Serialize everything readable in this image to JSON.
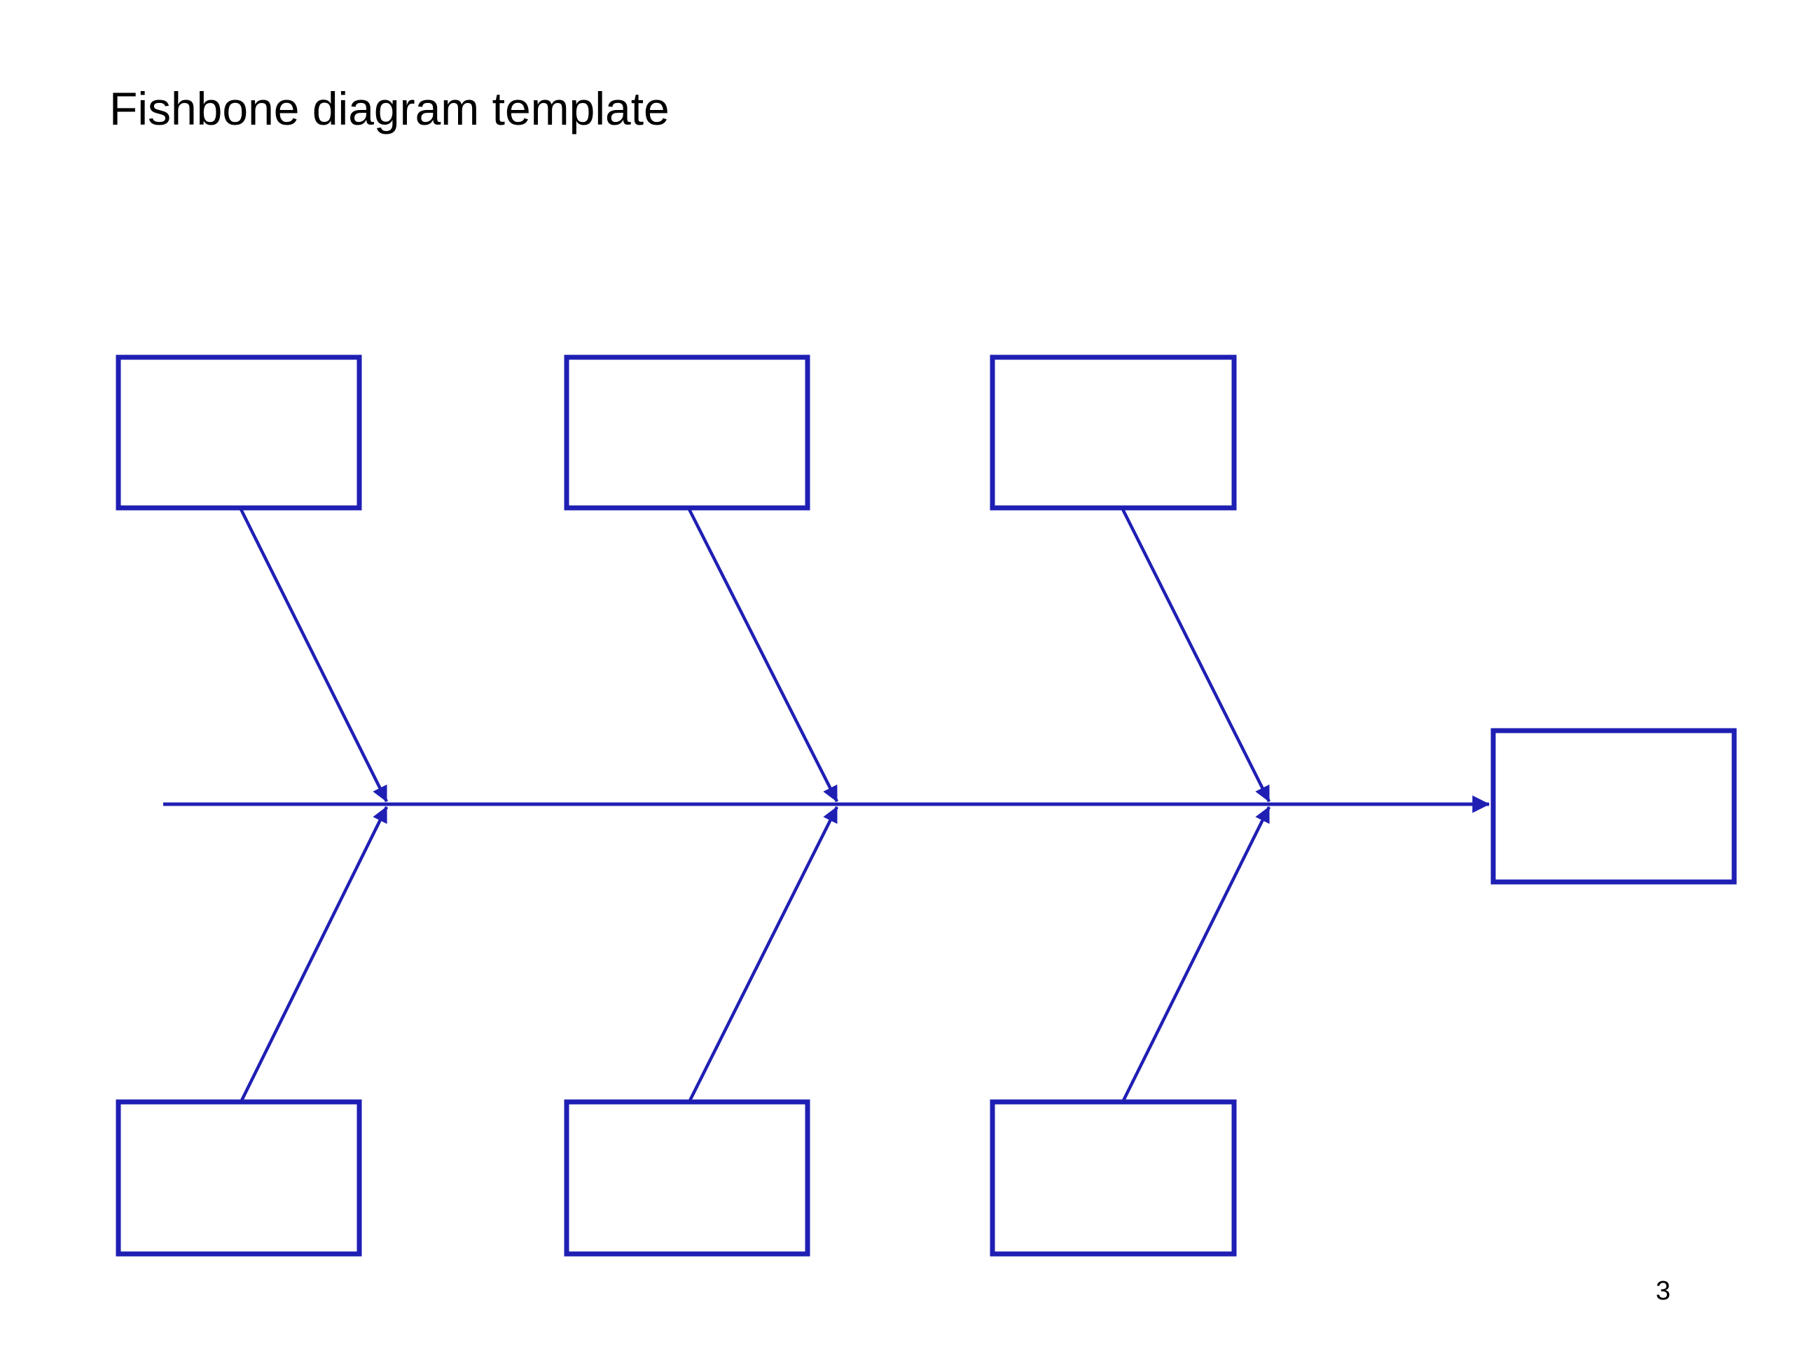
{
  "page": {
    "title": "Fishbone diagram template",
    "page_number": "3",
    "background_color": "#FFFFFF",
    "text_color": "#000000"
  },
  "diagram": {
    "type": "fishbone",
    "accent_color": "#1F1FB4",
    "box_fill_color": "#FFFFFF",
    "spine_direction": "left-to-right",
    "effect_box": {
      "label": ""
    },
    "top_cause_boxes": [
      {
        "label": ""
      },
      {
        "label": ""
      },
      {
        "label": ""
      }
    ],
    "bottom_cause_boxes": [
      {
        "label": ""
      },
      {
        "label": ""
      },
      {
        "label": ""
      }
    ]
  }
}
